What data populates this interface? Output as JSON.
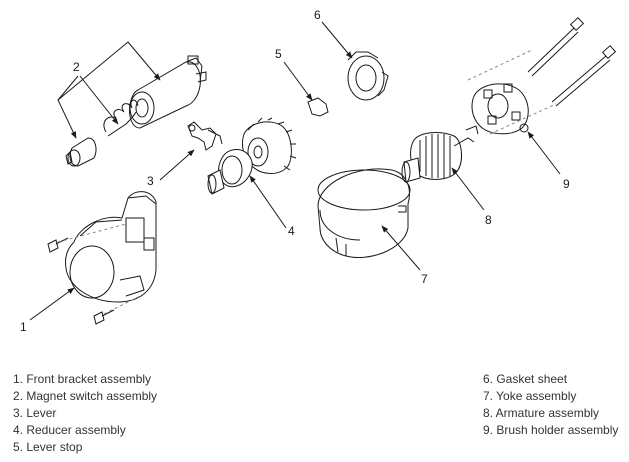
{
  "callouts": {
    "c1": "1",
    "c2": "2",
    "c3": "3",
    "c4": "4",
    "c5": "5",
    "c6": "6",
    "c7": "7",
    "c8": "8",
    "c9": "9"
  },
  "legend": {
    "left": [
      "1. Front bracket assembly",
      "2. Magnet switch assembly",
      "3. Lever",
      "4. Reducer assembly",
      "5. Lever stop"
    ],
    "right": [
      "6. Gasket sheet",
      "7. Yoke assembly",
      "8. Armature assembly",
      "9. Brush holder assembly"
    ]
  },
  "colors": {
    "line": "#1a1a1a",
    "text": "#333333",
    "background": "#ffffff"
  }
}
